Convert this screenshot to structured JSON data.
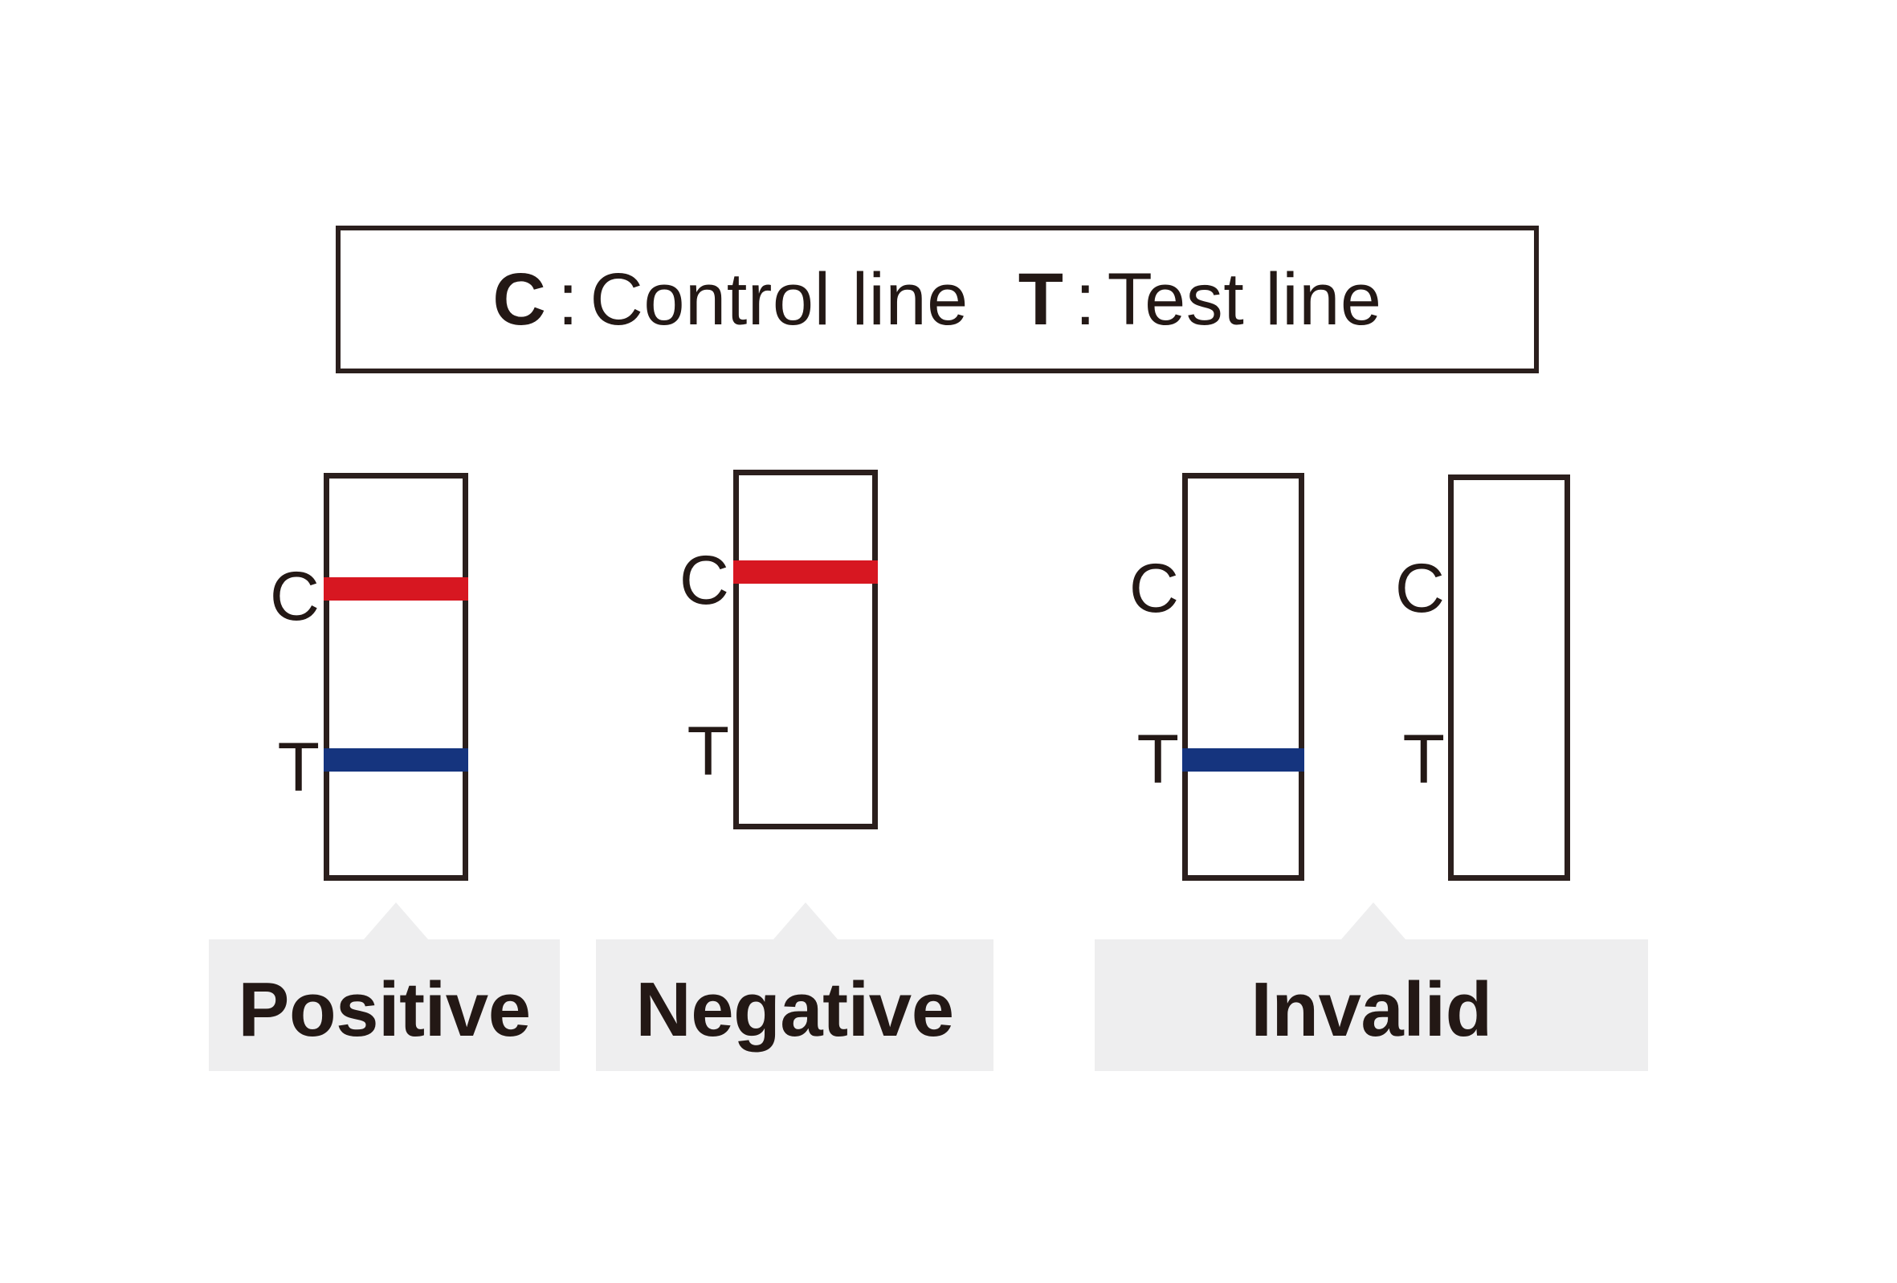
{
  "legend": {
    "control_key": "C",
    "control_separator": ":",
    "control_text": "Control line",
    "test_key": "T",
    "test_separator": ":",
    "test_text": "Test line"
  },
  "colors": {
    "control_line": "#d71721",
    "test_line": "#15347e",
    "outline": "#2b1f1d",
    "callout_background": "#eeeeef",
    "text": "#231815",
    "page_background": "#ffffff"
  },
  "labels": {
    "control": "C",
    "test": "T"
  },
  "results": [
    {
      "id": "positive",
      "label": "Positive",
      "strips": [
        {
          "control_line_visible": true,
          "test_line_visible": true
        }
      ]
    },
    {
      "id": "negative",
      "label": "Negative",
      "strips": [
        {
          "control_line_visible": true,
          "test_line_visible": false
        }
      ]
    },
    {
      "id": "invalid",
      "label": "Invalid",
      "strips": [
        {
          "control_line_visible": false,
          "test_line_visible": true
        },
        {
          "control_line_visible": false,
          "test_line_visible": false
        }
      ]
    }
  ]
}
